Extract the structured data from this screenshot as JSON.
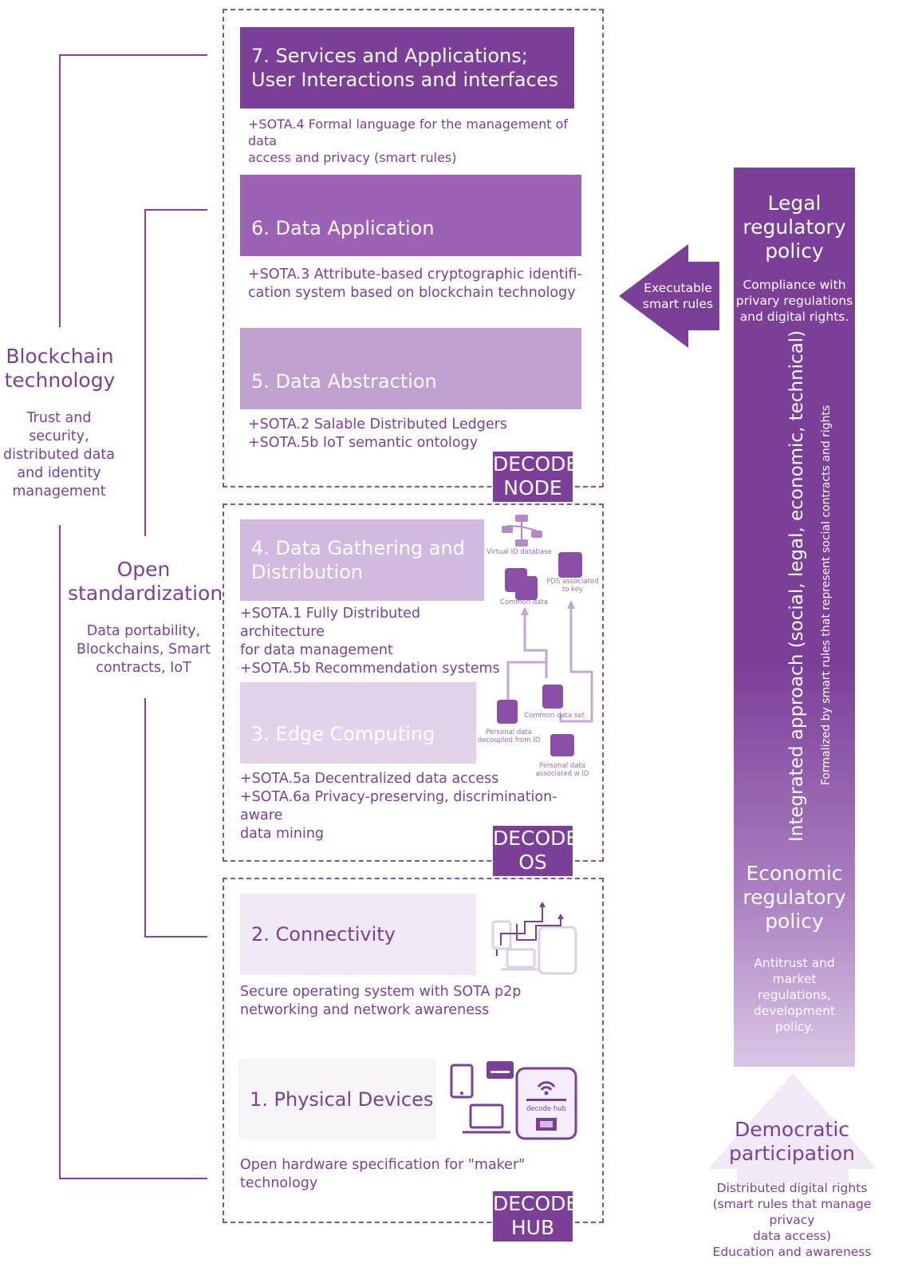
{
  "layers": [
    {
      "id": "7",
      "title": "7. Services and Applications;\nUser Interactions and interfaces",
      "sota": "+SOTA.4 Formal language for the management of data\naccess and privacy (smart rules)",
      "color": "#7b3f98"
    },
    {
      "id": "6",
      "title": "6. Data Application",
      "sota": "+SOTA.3 Attribute-based cryptographic identifi-\ncation system based on blockchain technology",
      "color": "#9b62b4"
    },
    {
      "id": "5",
      "title": "5. Data Abstraction",
      "sota": "+SOTA.2 Salable Distributed Ledgers\n+SOTA.5b IoT semantic ontology",
      "color": "#bfa0cf"
    },
    {
      "id": "4",
      "title": "4. Data Gathering and\nDistribution",
      "sota": "+SOTA.1 Fully Distributed architecture\nfor data management\n+SOTA.5b Recommendation systems",
      "color": "#d2b9df"
    },
    {
      "id": "3",
      "title": "3. Edge Computing",
      "sota": "+SOTA.5a Decentralized data access\n+SOTA.6a Privacy-preserving, discrimination-aware\ndata mining",
      "color": "#e2d3ea"
    },
    {
      "id": "2",
      "title": "2. Connectivity",
      "sota": "Secure operating system with SOTA p2p\nnetworking and network awareness",
      "color": "#f1eaf5"
    },
    {
      "id": "1",
      "title": "1. Physical Devices",
      "sota": "Open hardware specification for \"maker\" technology",
      "color": "#f8f5fa"
    }
  ],
  "badges": {
    "node": "DECODE\nNODE",
    "os": "DECODE\nOS",
    "hub": "DECODE\nHUB"
  },
  "left": {
    "blockchain_title": "Blockchain\ntechnology",
    "blockchain_desc": "Trust and\nsecurity,\ndistributed data\nand identity\nmanagement",
    "open_title": "Open\nstandardization",
    "open_desc": "Data portability,\nBlockchains, Smart\ncontracts, IoT"
  },
  "right": {
    "legal_title": "Legal\nregulatory\npolicy",
    "legal_desc": "Compliance with\nprivary regulations\nand digital rights.",
    "vertical_main": "Integrated approach (social, legal, economic, technical)",
    "vertical_sub": "Formalized by smart rules that represent social contracts and rights",
    "economic_title": "Economic\nregulatory\npolicy",
    "economic_desc": "Antitrust and\nmarket\nregulations,\ndevelopment\npolicy.",
    "arrow_label": "Executable\nsmart rules",
    "democratic_title": "Democratic\nparticipation",
    "democratic_desc": "Distributed digital rights\n(smart rules that manage privacy\ndata access)\nEducation and awareness"
  },
  "diagram_labels": {
    "virtual_id": "Virtual ID database",
    "pds": "PDS associated\nto key",
    "common_data": "Common data",
    "common_data_set": "Common data set",
    "personal_decoupled": "Personal data\ndecoupled from ID",
    "personal_wid": "Personal data\nassociated w ID",
    "decode_hub_label": "decode hub"
  },
  "colors": {
    "primary": "#7b3f98",
    "accent": "#8a4fa6",
    "light": "#d2b9df"
  }
}
